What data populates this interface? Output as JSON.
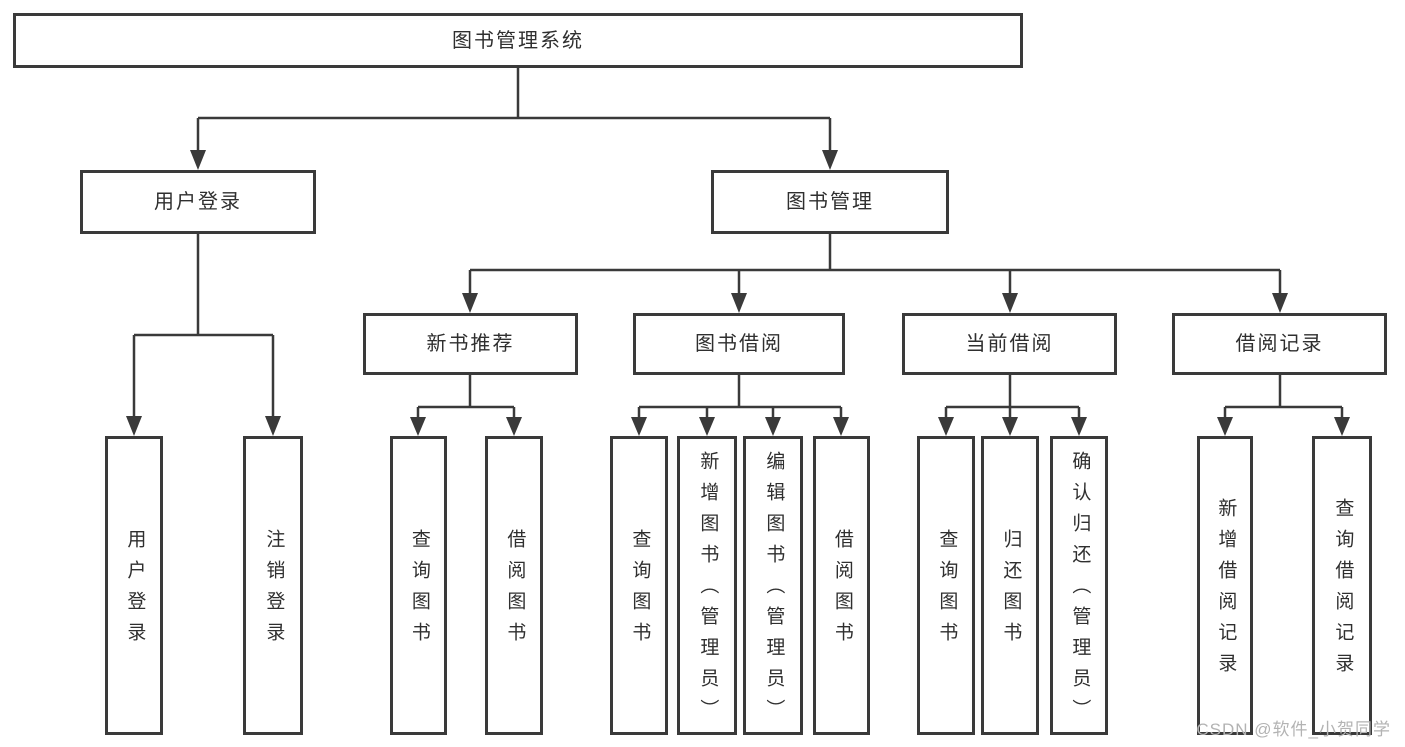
{
  "diagram": {
    "root": "图书管理系统",
    "user_login": {
      "label": "用户登录",
      "children": [
        "用户登录",
        "注销登录"
      ]
    },
    "book_mgmt": {
      "label": "图书管理",
      "children": [
        {
          "label": "新书推荐",
          "children": [
            "查询图书",
            "借阅图书"
          ]
        },
        {
          "label": "图书借阅",
          "children": [
            "查询图书",
            "新增图书（管理员）",
            "编辑图书（管理员）",
            "借阅图书"
          ]
        },
        {
          "label": "当前借阅",
          "children": [
            "查询图书",
            "归还图书",
            "确认归还（管理员）"
          ]
        },
        {
          "label": "借阅记录",
          "children": [
            "新增借阅记录",
            "查询借阅记录"
          ]
        }
      ]
    },
    "watermark": "CSDN @软件_小贺同学",
    "colors": {
      "line": "#3a3a3a",
      "text": "#2f2f2f",
      "watermark": "#b3b3b3"
    }
  }
}
